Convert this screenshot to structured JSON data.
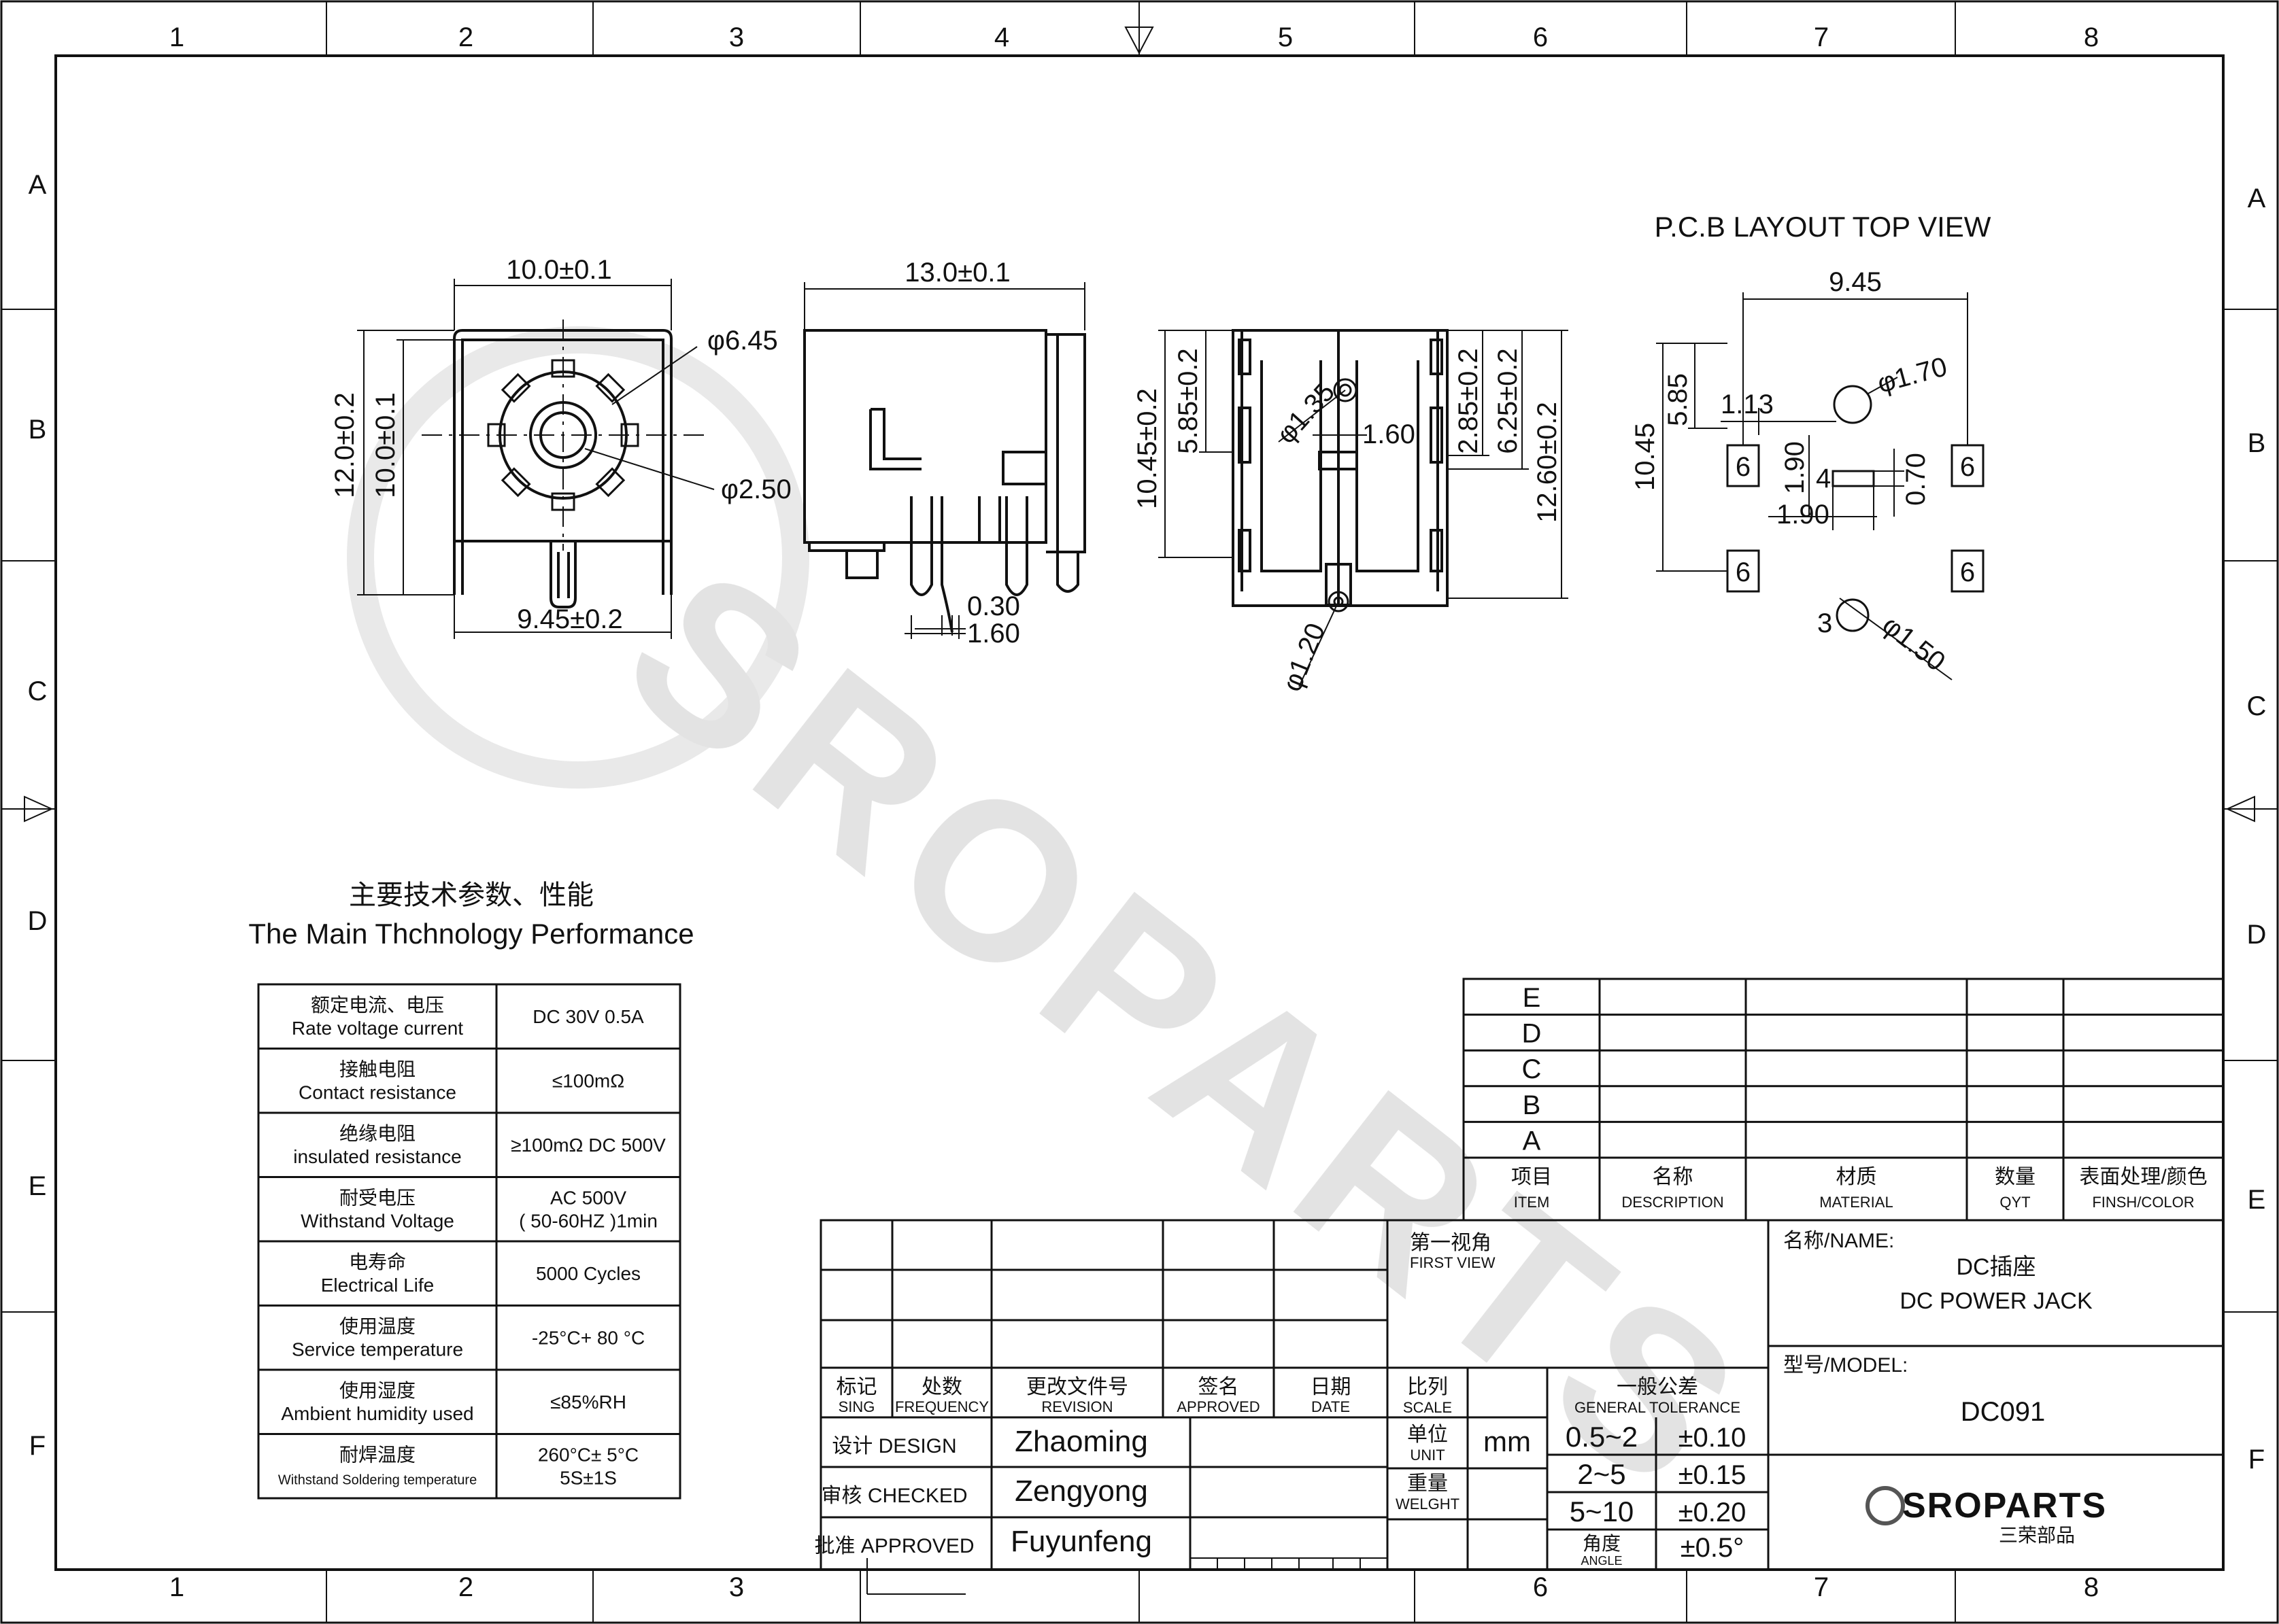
{
  "grid": {
    "cols": [
      "1",
      "2",
      "3",
      "4",
      "5",
      "6",
      "7",
      "8"
    ],
    "rows": [
      "A",
      "B",
      "C",
      "D",
      "E",
      "F"
    ]
  },
  "watermark": {
    "text": "SROPARTS"
  },
  "front_view": {
    "dim_top": "10.0±0.1",
    "dim_outer_h": "12.0±0.2",
    "dim_inner_h": "10.0±0.1",
    "dim_bottom": "9.45±0.2",
    "dia_outer": "φ6.45",
    "dia_inner": "φ2.50"
  },
  "side_view": {
    "dim_top": "13.0±0.1",
    "dim_pin": "0.30",
    "dim_pin2": "1.60"
  },
  "back_view": {
    "dim_total": "10.45±0.2",
    "dim_partial": "5.85±0.2",
    "dia_a": "φ1.35",
    "dim_a": "1.60",
    "dim_r1": "2.85±0.2",
    "dim_r2": "6.25±0.2",
    "dim_r3": "12.60±0.2",
    "dia_b": "φ1.20"
  },
  "pcb": {
    "title": "P.C.B LAYOUT TOP VIEW",
    "w": "9.45",
    "h": "10.45",
    "h2": "5.85",
    "d1": "1.13",
    "d2": "1.90",
    "d3": "1.90",
    "d4": "0.70",
    "dia1": "φ1.70",
    "dia2": "φ1.50",
    "pad_label": "6",
    "pin4": "4",
    "pin3": "3"
  },
  "specs": {
    "title_cn": "主要技术参数、性能",
    "title_en": "The Main Thchnology Performance",
    "rows": [
      {
        "cn": "额定电流、电压",
        "en": "Rate voltage current",
        "value": "DC 30V  0.5A"
      },
      {
        "cn": "接触电阻",
        "en": "Contact resistance",
        "value": "≤100mΩ"
      },
      {
        "cn": "绝缘电阻",
        "en": "insulated resistance",
        "value": "≥100mΩ DC 500V"
      },
      {
        "cn": "耐受电压",
        "en": "Withstand Voltage",
        "value": "AC 500V",
        "value2": "( 50-60HZ )1min"
      },
      {
        "cn": "电寿命",
        "en": "Electrical Life",
        "value": "5000 Cycles"
      },
      {
        "cn": "使用温度",
        "en": "Service temperature",
        "value": "-25°C+ 80 °C"
      },
      {
        "cn": "使用湿度",
        "en": "Ambient humidity used",
        "value": "≤85%RH"
      },
      {
        "cn": "耐焊温度",
        "en": "Withstand Soldering temperature",
        "value": "260°C± 5°C",
        "value2": "5S±1S"
      }
    ]
  },
  "bom": {
    "rows": [
      "E",
      "D",
      "C",
      "B",
      "A"
    ],
    "headers": [
      {
        "cn": "项目",
        "en": "ITEM"
      },
      {
        "cn": "名称",
        "en": "DESCRIPTION"
      },
      {
        "cn": "材质",
        "en": "MATERIAL"
      },
      {
        "cn": "数量",
        "en": "QYT"
      },
      {
        "cn": "表面处理/颜色",
        "en": "FINSH/COLOR"
      }
    ]
  },
  "titleblock": {
    "rev_headers": [
      {
        "cn": "标记",
        "en": "SING"
      },
      {
        "cn": "处数",
        "en": "FREQUENCY"
      },
      {
        "cn": "更改文件号",
        "en": "REVISION"
      },
      {
        "cn": "签名",
        "en": "APPROVED"
      },
      {
        "cn": "日期",
        "en": "DATE"
      }
    ],
    "design_label": "设计 DESIGN",
    "design_name": "Zhaoming",
    "checked_label": "审核 CHECKED",
    "checked_name": "Zengyong",
    "approved_label": "批准 APPROVED",
    "approved_name": "Fuyunfeng",
    "first_view_cn": "第一视角",
    "first_view_en": "FIRST VIEW",
    "scale_cn": "比列",
    "scale_en": "SCALE",
    "unit_cn": "单位",
    "unit_en": "UNIT",
    "unit_value": "mm",
    "weight_cn": "重量",
    "weight_en": "WELGHT",
    "tol_cn": "一般公差",
    "tol_en": "GENERAL TOLERANCE",
    "tol_rows": [
      {
        "range": "0.5~2",
        "tol": "±0.10"
      },
      {
        "range": "2~5",
        "tol": "±0.15"
      },
      {
        "range": "5~10",
        "tol": "±0.20"
      }
    ],
    "angle_cn": "角度",
    "angle_en": "ANGLE",
    "angle_tol": "±0.5°",
    "name_label": "名称/NAME:",
    "name_cn": "DC插座",
    "name_en": "DC POWER JACK",
    "model_label": "型号/MODEL:",
    "model_value": "DC091",
    "logo_text": "SROPARTS",
    "logo_cn": "三荣部品"
  }
}
